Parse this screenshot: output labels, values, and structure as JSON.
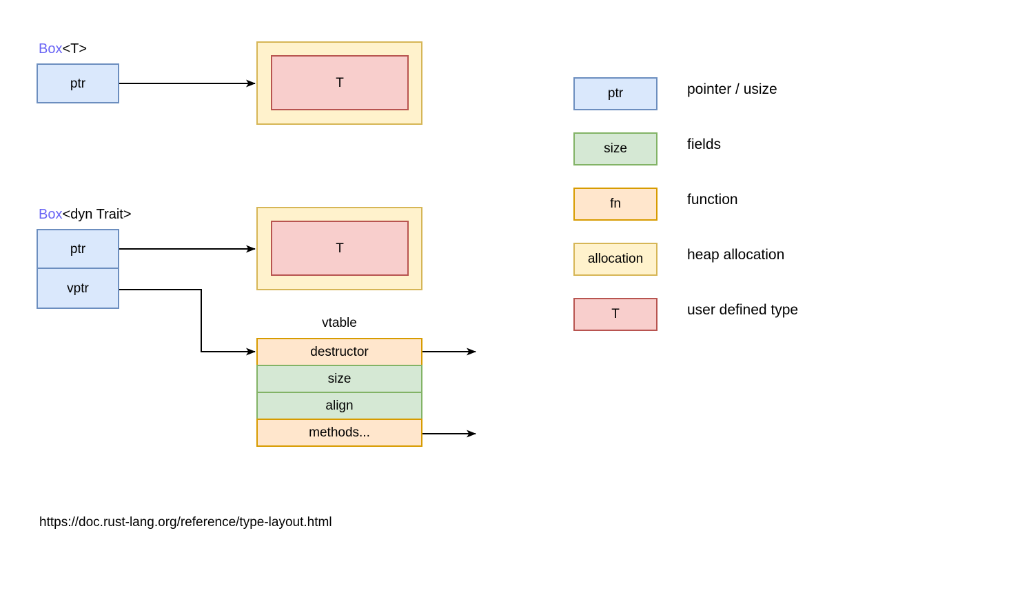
{
  "colors": {
    "pointer_fill": "#dae8fc",
    "pointer_stroke": "#6c8ebf",
    "field_fill": "#d5e8d4",
    "field_stroke": "#82b366",
    "fn_fill": "#ffe6cc",
    "fn_stroke": "#d79b00",
    "allocation_fill": "#fff2cc",
    "allocation_stroke": "#d6b656",
    "type_fill": "#f8cecc",
    "type_stroke": "#b85450",
    "box_keyword_purple": "#6964f5",
    "connector": "#000000"
  },
  "diagram": {
    "box_t": {
      "title_keyword": "Box",
      "title_rest": "<T>",
      "ptr_label": "ptr",
      "t_label": "T"
    },
    "box_dyn": {
      "title_keyword": "Box",
      "title_rest": "<dyn Trait>",
      "ptr_label": "ptr",
      "vptr_label": "vptr",
      "t_label": "T",
      "vtable_title": "vtable",
      "vtable_rows": [
        {
          "label": "destructor",
          "kind": "fn",
          "has_out_pointer": true
        },
        {
          "label": "size",
          "kind": "field",
          "has_out_pointer": false
        },
        {
          "label": "align",
          "kind": "field",
          "has_out_pointer": false
        },
        {
          "label": "methods...",
          "kind": "fn",
          "has_out_pointer": true
        }
      ]
    }
  },
  "legend": {
    "items": [
      {
        "swatch": "ptr",
        "kind": "pointer",
        "description": "pointer / usize"
      },
      {
        "swatch": "size",
        "kind": "field",
        "description": "fields"
      },
      {
        "swatch": "fn",
        "kind": "fn",
        "description": "function"
      },
      {
        "swatch": "allocation",
        "kind": "allocation",
        "description": "heap allocation"
      },
      {
        "swatch": "T",
        "kind": "type",
        "description": "user defined type"
      }
    ]
  },
  "footer": {
    "url": "https://doc.rust-lang.org/reference/type-layout.html"
  }
}
